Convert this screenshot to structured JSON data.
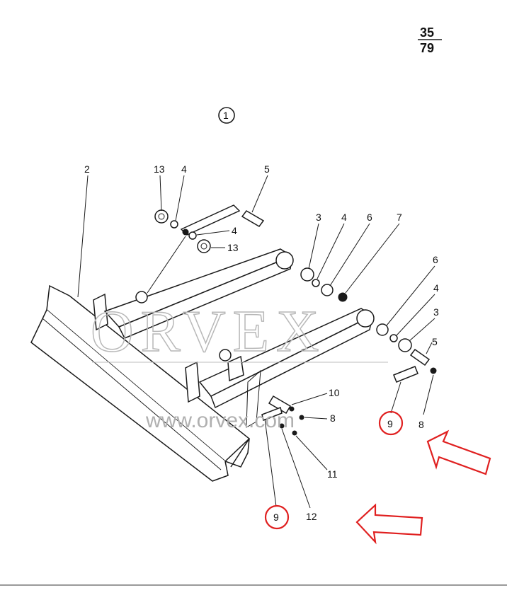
{
  "page_ref": {
    "numerator": "35",
    "denominator": "79"
  },
  "figure_number": "1",
  "part_labels": {
    "l2": "2",
    "l13a": "13",
    "l4a": "4",
    "l5a": "5",
    "l4b": "4",
    "l13b": "13",
    "l3a": "3",
    "l4c": "4",
    "l6a": "6",
    "l7": "7",
    "l6b": "6",
    "l4d": "4",
    "l3b": "3",
    "l5b": "5",
    "l8a": "8",
    "l8b": "8",
    "l10": "10",
    "l11": "11",
    "l12": "12",
    "l9a": "9",
    "l9b": "9"
  },
  "watermark": {
    "brand": "ORVEX",
    "url": "www.orvex.com"
  },
  "colors": {
    "highlight": "#e02020",
    "ink": "#1a1a1a"
  }
}
